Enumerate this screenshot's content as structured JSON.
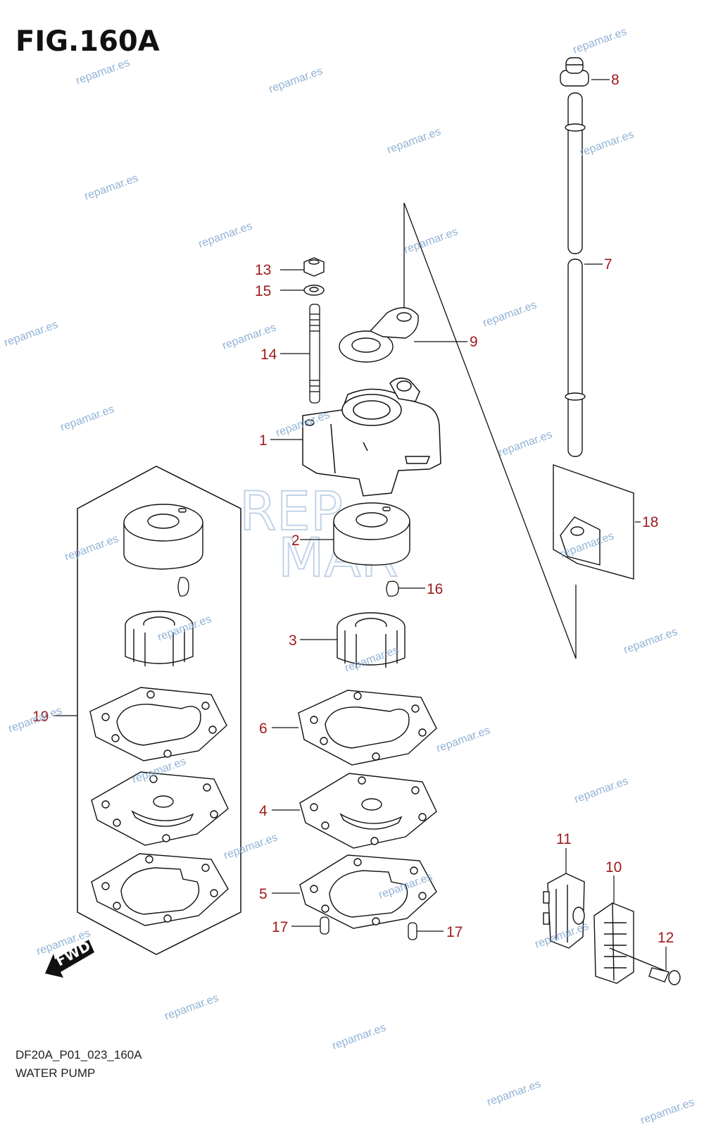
{
  "figure": {
    "title": "FIG.160A",
    "code": "DF20A_P01_023_160A",
    "name": "WATER PUMP"
  },
  "callouts": [
    {
      "id": "1",
      "label": "1"
    },
    {
      "id": "2",
      "label": "2"
    },
    {
      "id": "3",
      "label": "3"
    },
    {
      "id": "4",
      "label": "4"
    },
    {
      "id": "5",
      "label": "5"
    },
    {
      "id": "6",
      "label": "6"
    },
    {
      "id": "7",
      "label": "7"
    },
    {
      "id": "8",
      "label": "8"
    },
    {
      "id": "9",
      "label": "9"
    },
    {
      "id": "10",
      "label": "10"
    },
    {
      "id": "11",
      "label": "11"
    },
    {
      "id": "12",
      "label": "12"
    },
    {
      "id": "13",
      "label": "13"
    },
    {
      "id": "14",
      "label": "14"
    },
    {
      "id": "15",
      "label": "15"
    },
    {
      "id": "16",
      "label": "16"
    },
    {
      "id": "17a",
      "label": "17"
    },
    {
      "id": "17b",
      "label": "17"
    },
    {
      "id": "18",
      "label": "18"
    },
    {
      "id": "19",
      "label": "19"
    }
  ],
  "direction_marker": "FWD",
  "watermark": {
    "text": "repamar.es",
    "logo_top": "REP",
    "logo_bottom": "MAR"
  },
  "colors": {
    "callout": "#a01c1c",
    "line": "#111111",
    "watermark": "#7fa6cf"
  }
}
